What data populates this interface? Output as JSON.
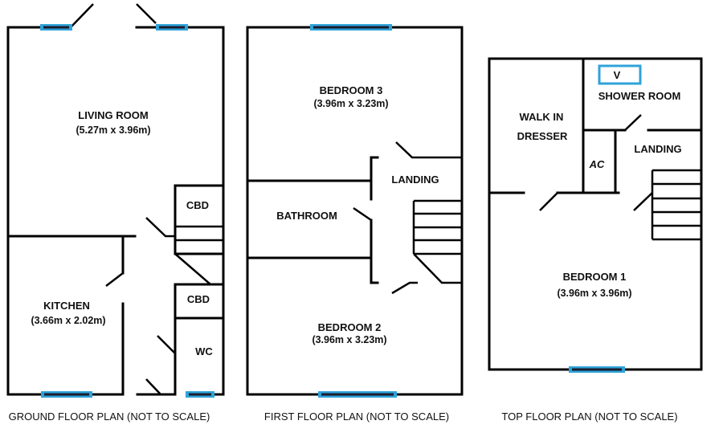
{
  "ground": {
    "living_room": {
      "name": "LIVING ROOM",
      "dims": "(5.27m x 3.96m)"
    },
    "cbd_upper": "CBD",
    "cbd_lower": "CBD",
    "kitchen": {
      "name": "KITCHEN",
      "dims": "(3.66m x 2.02m)"
    },
    "wc": "WC",
    "title": "GROUND FLOOR PLAN (NOT TO SCALE)"
  },
  "first": {
    "bedroom3": {
      "name": "BEDROOM 3",
      "dims": "(3.96m x 3.23m)"
    },
    "landing": "LANDING",
    "bathroom": "BATHROOM",
    "bedroom2": {
      "name": "BEDROOM 2",
      "dims": "(3.96m x 3.23m)"
    },
    "title": "FIRST FLOOR PLAN (NOT TO SCALE)"
  },
  "top": {
    "walk_in_dresser_line1": "WALK IN",
    "walk_in_dresser_line2": "DRESSER",
    "vent": "V",
    "shower_room": "SHOWER ROOM",
    "ac": "AC",
    "landing": "LANDING",
    "bedroom1": {
      "name": "BEDROOM 1",
      "dims": "(3.96m x 3.96m)"
    },
    "title": "TOP FLOOR PLAN (NOT TO SCALE)"
  },
  "colors": {
    "wall": "#000000",
    "window": "#2fa3d8",
    "window_core": "#1c1c2e",
    "background": "#ffffff"
  }
}
